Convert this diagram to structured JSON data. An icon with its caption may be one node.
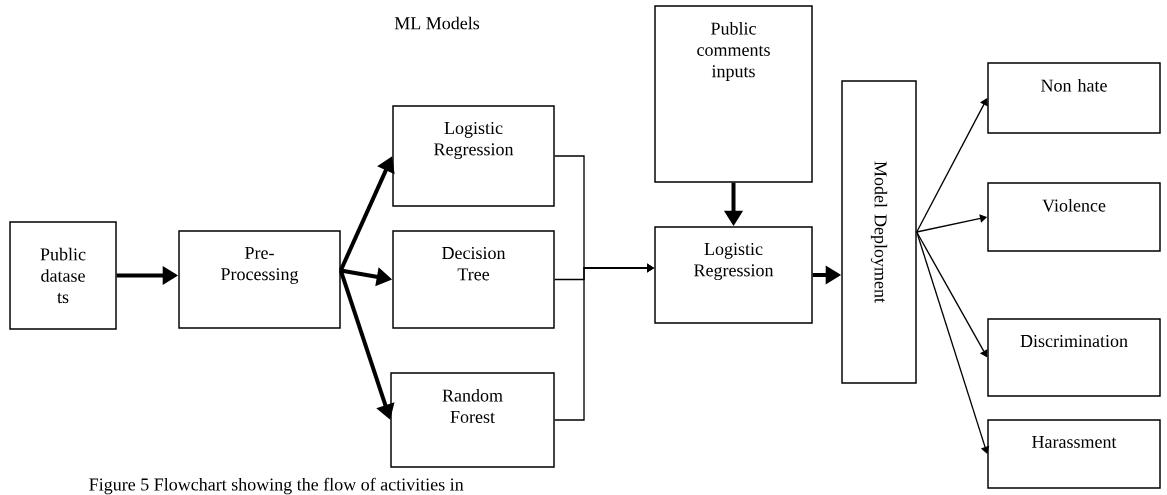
{
  "diagram": {
    "caption": "Figure 5 Flowchart showing the flow of activities in",
    "nodes": [
      {
        "text": [
          "Public datase ts"
        ]
      },
      {
        "text": [
          "Pre-Processing"
        ]
      },
      {
        "text": [
          "Logistic Regression"
        ]
      },
      {
        "text": [
          "Decision Tree"
        ]
      },
      {
        "text": [
          "Random Forest"
        ]
      },
      {
        "text": [
          "Public comments inputs"
        ]
      },
      {
        "text": [
          "Logistic Regression"
        ]
      },
      {
        "text": [
          "Model Deployment"
        ]
      },
      {
        "text": [
          "Non hate"
        ]
      },
      {
        "text": [
          "Violence"
        ]
      },
      {
        "text": [
          "Discrimination"
        ]
      },
      {
        "text": [
          "Harassment"
        ]
      }
    ],
    "edges": [
      {
        "from": 0,
        "to": 1,
        "arrow": "to",
        "style": "thick"
      },
      {
        "from": 1,
        "to": 2,
        "arrow": "to",
        "style": "thick"
      },
      {
        "from": 1,
        "to": 3,
        "arrow": "to",
        "style": "thick"
      },
      {
        "from": 1,
        "to": 4,
        "arrow": "to",
        "style": "thick"
      },
      {
        "from": 2,
        "to": 6,
        "arrow": "to"
      },
      {
        "from": 3,
        "to": 6,
        "arrow": "to"
      },
      {
        "from": 4,
        "to": 6,
        "arrow": "to"
      },
      {
        "from": 5,
        "to": 6,
        "arrow": "to",
        "style": "thick"
      },
      {
        "from": 6,
        "to": 7,
        "arrow": "to",
        "style": "thick"
      },
      {
        "from": 7,
        "to": 8,
        "arrow": "to"
      },
      {
        "from": 7,
        "to": 9,
        "arrow": "to"
      },
      {
        "from": 7,
        "to": 10,
        "arrow": "to"
      },
      {
        "from": 7,
        "to": 11,
        "arrow": "to"
      }
    ],
    "labels": [
      "ML  Models"
    ]
  }
}
